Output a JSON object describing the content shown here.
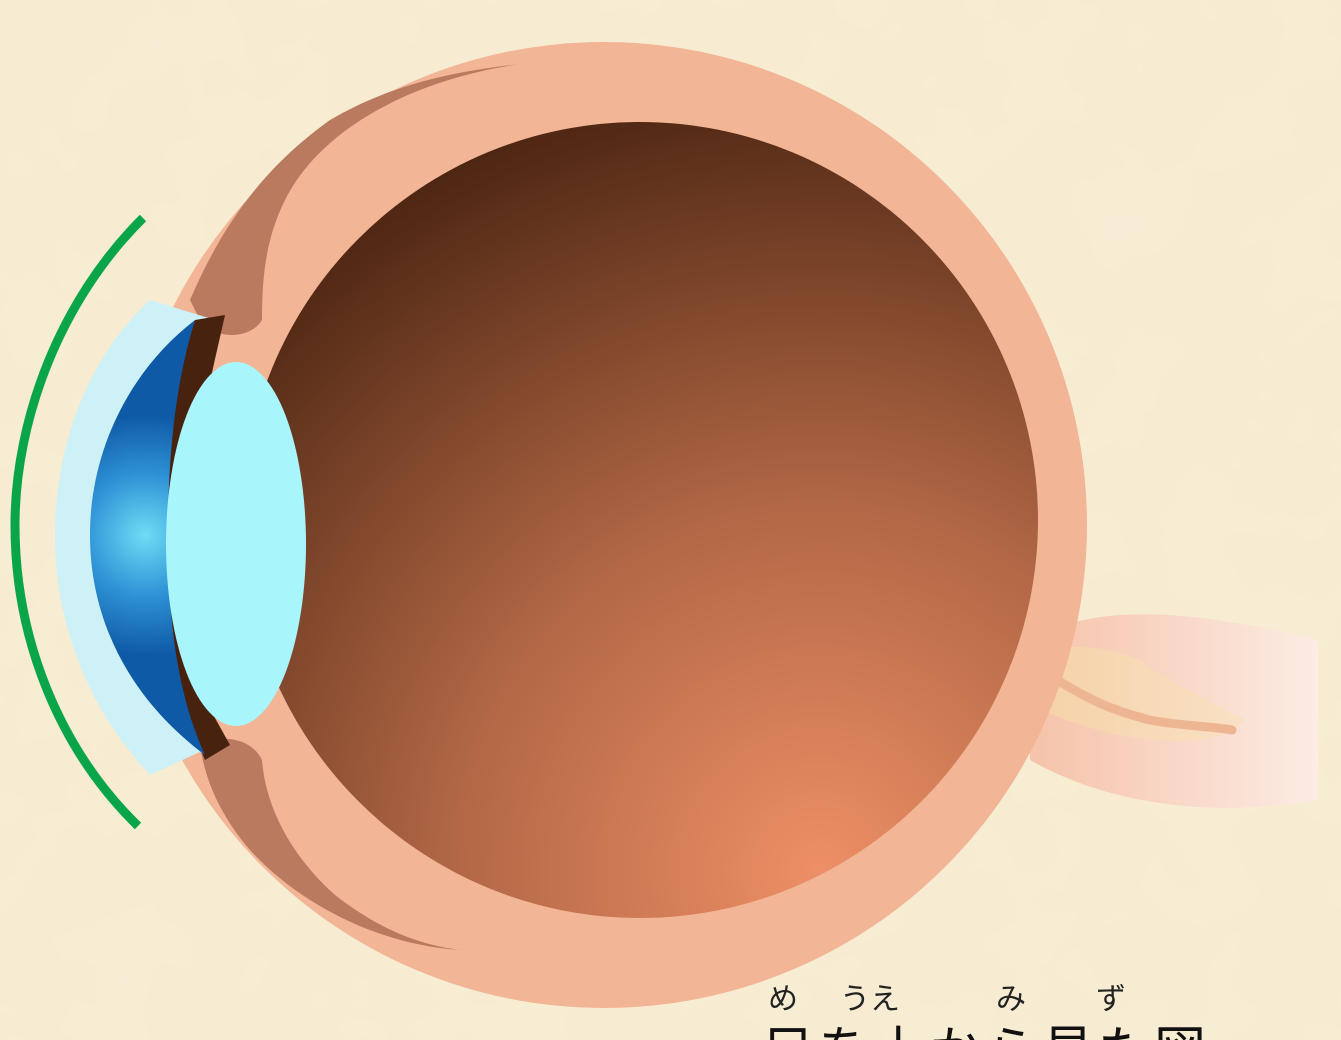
{
  "caption": {
    "ruby_me": "め",
    "ruby_ue": "うえ",
    "ruby_mi": "み",
    "ruby_zu": "ず",
    "text": "目を上から見た図"
  },
  "colors": {
    "background": "#f7ecd0",
    "sclera": "#f2b596",
    "choroid_dark": "#47220f",
    "choroid_light": "#e98b64",
    "iris_brown": "#b97a5f",
    "cornea": "#cdf1f6",
    "aqueous_dark": "#1262ae",
    "aqueous_light": "#63d4f3",
    "lens": "#a8f5fc",
    "optic_nerve": "#f7d8b0",
    "optic_nerve_line": "#eeb592",
    "contact_lens_arc": "#0aa549"
  },
  "icons": [
    "eyeball-cross-section",
    "contact-lens-arc",
    "optic-nerve"
  ]
}
